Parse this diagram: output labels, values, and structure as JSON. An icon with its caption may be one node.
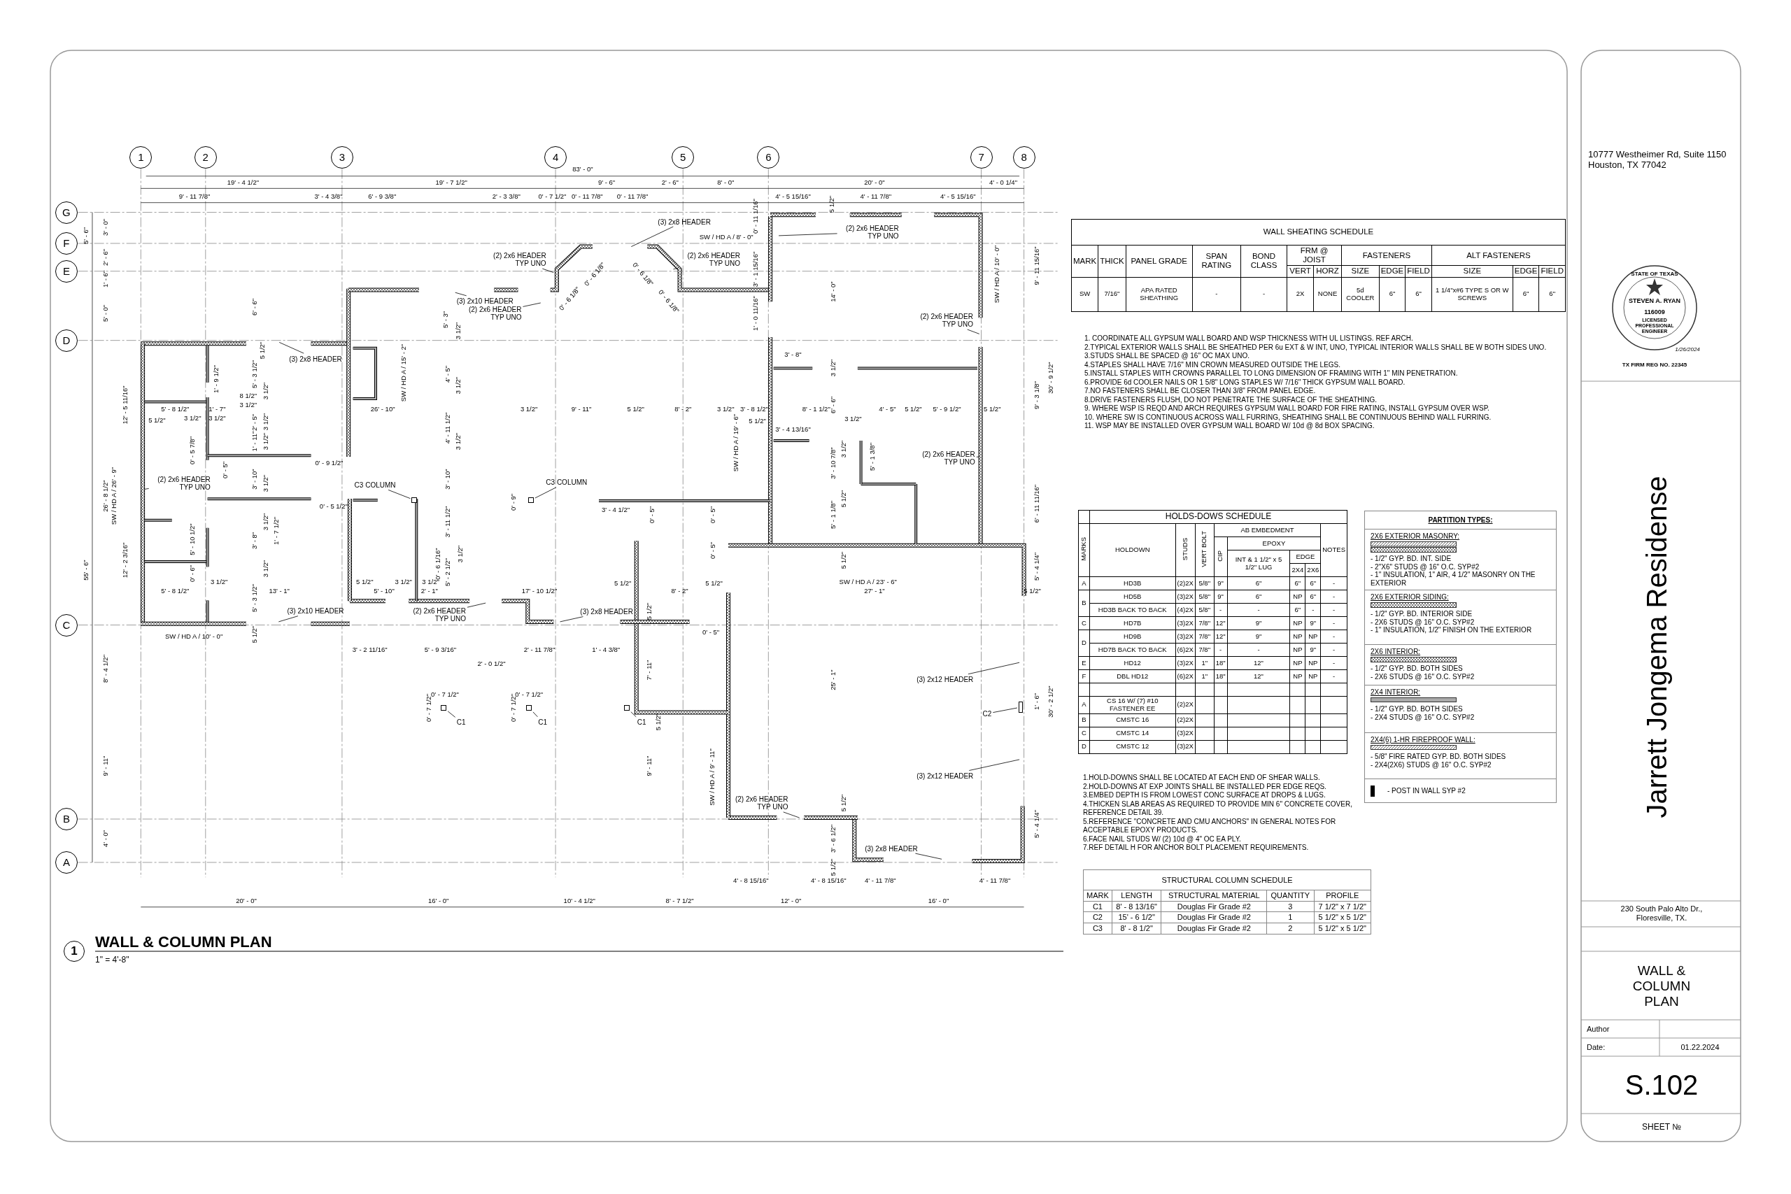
{
  "diagram": {
    "nodes": [
      {
        "text": [
          "1"
        ]
      },
      {
        "text": [
          "2"
        ]
      },
      {
        "text": [
          "3"
        ]
      },
      {
        "text": [
          "4"
        ]
      },
      {
        "text": [
          "5"
        ]
      },
      {
        "text": [
          "6"
        ]
      },
      {
        "text": [
          "7"
        ]
      },
      {
        "text": [
          "8"
        ]
      },
      {
        "text": [
          "G"
        ]
      },
      {
        "text": [
          "F"
        ]
      },
      {
        "text": [
          "E"
        ]
      },
      {
        "text": [
          "D"
        ]
      },
      {
        "text": [
          "C"
        ]
      },
      {
        "text": [
          "B"
        ]
      },
      {
        "text": [
          "A"
        ]
      },
      {
        "text": [
          "(3) 2x8 HEADER"
        ]
      },
      {
        "text": [
          "(2) 2x6 HEADER TYP UNO"
        ]
      },
      {
        "text": [
          "(2) 2x6 HEADER TYP UNO"
        ]
      },
      {
        "text": [
          "(2) 2x6 HEADER TYP UNO"
        ]
      },
      {
        "text": [
          "(3) 2x10 HEADER"
        ]
      },
      {
        "text": [
          "(2) 2x6 HEADER TYP UNO"
        ]
      },
      {
        "text": [
          "(2) 2x6 HEADER TYP UNO"
        ]
      },
      {
        "text": [
          "(3) 2x8 HEADER"
        ]
      },
      {
        "text": [
          "(2) 2x6 HEADER TYP UNO"
        ]
      },
      {
        "text": [
          "(2) 2x6 HEADER TYP UNO"
        ]
      },
      {
        "text": [
          "C3 COLUMN"
        ]
      },
      {
        "text": [
          "C3 COLUMN"
        ]
      },
      {
        "text": [
          "(3) 2x10 HEADER"
        ]
      },
      {
        "text": [
          "(2) 2x6 HEADER TYP UNO"
        ]
      },
      {
        "text": [
          "(3) 2x8 HEADER"
        ]
      },
      {
        "text": [
          "(3) 2x12 HEADER"
        ]
      },
      {
        "text": [
          "C1"
        ]
      },
      {
        "text": [
          "C1"
        ]
      },
      {
        "text": [
          "C2"
        ]
      },
      {
        "text": [
          "C1"
        ]
      },
      {
        "text": [
          "(3) 2x12 HEADER"
        ]
      },
      {
        "text": [
          "(2) 2x6 HEADER TYP UNO"
        ]
      },
      {
        "text": [
          "(3) 2x8 HEADER"
        ]
      },
      {
        "text": [
          "1"
        ]
      },
      {
        "text": [],
        "shape": "box"
      },
      {
        "text": [],
        "shape": "box"
      },
      {
        "text": [],
        "shape": "box"
      },
      {
        "text": [],
        "shape": "box"
      },
      {
        "text": [],
        "shape": "box"
      },
      {
        "text": [],
        "shape": "box"
      }
    ],
    "edges": [
      {
        "from": 15,
        "to": null,
        "arrow": "none"
      },
      {
        "from": 16,
        "to": null,
        "arrow": "none"
      },
      {
        "from": 17,
        "to": null,
        "arrow": "none"
      },
      {
        "from": 18,
        "to": null,
        "arrow": "none"
      },
      {
        "from": 19,
        "to": null,
        "arrow": "none"
      },
      {
        "from": 20,
        "to": null,
        "arrow": "none"
      },
      {
        "from": 21,
        "to": null,
        "arrow": "none"
      },
      {
        "from": 22,
        "to": null,
        "arrow": "none"
      },
      {
        "from": 23,
        "to": null,
        "arrow": "none"
      },
      {
        "from": 24,
        "to": null,
        "arrow": "none"
      },
      {
        "from": 25,
        "to": 39,
        "arrow": "none"
      },
      {
        "from": 26,
        "to": 40,
        "arrow": "none"
      },
      {
        "from": 27,
        "to": null,
        "arrow": "none"
      },
      {
        "from": 28,
        "to": null,
        "arrow": "none"
      },
      {
        "from": 29,
        "to": null,
        "arrow": "none"
      },
      {
        "from": 30,
        "to": null,
        "arrow": "none"
      },
      {
        "from": 31,
        "to": 41,
        "arrow": "none"
      },
      {
        "from": 32,
        "to": 42,
        "arrow": "none"
      },
      {
        "from": 33,
        "to": 44,
        "arrow": "none"
      },
      {
        "from": 34,
        "to": 43,
        "arrow": "none"
      },
      {
        "from": 35,
        "to": null,
        "arrow": "none"
      },
      {
        "from": 36,
        "to": null,
        "arrow": "none"
      },
      {
        "from": 37,
        "to": null,
        "arrow": "none"
      }
    ],
    "labels": [
      "83' - 0\"",
      "19' - 4 1/2\"",
      "19' - 7 1/2\"",
      "9' - 6\"",
      "2' - 6\"",
      "8' - 0\"",
      "20' - 0\"",
      "4' - 0 1/4\"",
      "9' - 11 7/8\"",
      "3' - 4 3/8\"",
      "6' - 9 3/8\"",
      "2' - 3 3/8\"",
      "0' - 7 1/2\"",
      "0' - 11 7/8\"",
      "0' - 11 7/8\"",
      "4' - 5 15/16\"",
      "4' - 11 7/8\"",
      "4' - 5 15/16\"",
      "5 1/2\"",
      "0' - 11 1/16\"",
      "3' - 0\"",
      "5' - 6\"",
      "SW / HD A / 8' - 0\"",
      "2' - 6\"",
      "1' - 6\"",
      "5' - 0\"",
      "6' - 6\"",
      "5' - 3\"",
      "3 1/2\"",
      "0' - 6 1/8\"",
      "0' - 6 1/8\"",
      "0' - 6 1/8\"",
      "0' - 6 1/8\"",
      "3' - 1 15/16\"",
      "1' - 0 11/16\"",
      "14' - 0\"",
      "SW / HD A / 10' - 0\"",
      "9' - 11 15/16\"",
      "12' - 5 11/16\"",
      "5' - 8 1/2\"",
      "1' - 9 1/2\"",
      "1' - 7\"",
      "8 1/2\"",
      "3 1/2\"",
      "5' - 3 1/2\"",
      "5 1/2\"",
      "3 1/2\"",
      "26' - 10\"",
      "SW / HD A / 15' - 2\"",
      "4' - 5\"",
      "3 1/2\"",
      "3 1/2\"",
      "9' - 11\"",
      "5 1/2\"",
      "8' - 2\"",
      "3 1/2\"",
      "3' - 8 1/2\"",
      "3' - 8\"",
      "8' - 1 1/2\"",
      "3 1/2\"",
      "6' - 6\"",
      "4' - 5\"",
      "5 1/2\"",
      "5' - 9 1/2\"",
      "5 1/2\"",
      "9' - 3 1/8\"",
      "30' - 9 1/2\"",
      "5 1/2\"",
      "3 1/2\"",
      "3 1/2\"",
      "2' - 5\"",
      "3 1/2\"",
      "5 1/2\"",
      "3 1/2\"",
      "4' - 11 1/2\"",
      "3' - 4 13/16\"",
      "1' - 11\"",
      "3 1/2\"",
      "3 1/2\"",
      "SW / HD A / 19' - 6\"",
      "0' - 5 7/8\"",
      "3 1/2\"",
      "5' - 1 3/8\"",
      "0' - 9 1/2\"",
      "3' - 10 7/8\"",
      "0' - 5\"",
      "3' - 10\"",
      "3 1/2\"",
      "3' - 10\"",
      "26' - 8 1/2\"",
      "SW / HD A / 26' - 9\"",
      "5' - 10 1/2\"",
      "3' - 8\"",
      "3 1/2\"",
      "1' - 7 1/2\"",
      "0' - 5 1/2\"",
      "3' - 11 1/2\"",
      "0' - 9\"",
      "3' - 4 1/2\"",
      "0' - 5\"",
      "0' - 5\"",
      "5' - 1 1/8\"",
      "5 1/2\"",
      "6' - 11 11/16\"",
      "3 1/2\"",
      "0' - 5\"",
      "12' - 2 3/16\"",
      "0' - 6 1/16\"",
      "5 1/2\"",
      "55' - 6\"",
      "0' - 6\"",
      "3 1/2\"",
      "5' - 2 1/2\"",
      "5' - 4 1/4\"",
      "3 1/2\"",
      "5 1/2\"",
      "3 1/2\"",
      "3 1/2\"",
      "5 1/2\"",
      "5 1/2\"",
      "SW / HD A / 23' - 6\"",
      "5' - 8 1/2\"",
      "13' - 1\"",
      "5' - 10\"",
      "2' - 1\"",
      "17' - 10 1/2\"",
      "8' - 2\"",
      "27' - 1\"",
      "5 1/2\"",
      "5' - 3 1/2\"",
      "5 1/2\"",
      "SW / HD A / 10' - 0\"",
      "5 1/2\"",
      "0' - 5\"",
      "3' - 2 11/16\"",
      "5' - 9 3/16\"",
      "2' - 11 7/8\"",
      "1' - 4 3/8\"",
      "2' - 0 1/2\"",
      "8' - 4 1/2\"",
      "7' - 11\"",
      "25' - 1\"",
      "0' - 7 1/2\"",
      "0' - 7 1/2\"",
      "0' - 7 1/2\"",
      "0' - 7 1/2\"",
      "1' - 6\"",
      "30' - 2 1/2\"",
      "5 1/2\"",
      "9' - 11\"",
      "9' - 11\"",
      "SW / HD A / 9' - 11\"",
      "5 1/2\"",
      "5' - 4 1/4\"",
      "4' - 0\"",
      "3' - 6 1/2\"",
      "5 1/2\"",
      "4' - 8 15/16\"",
      "4' - 8 15/16\"",
      "4' - 11 7/8\"",
      "4' - 11 7/8\"",
      "20' - 0\"",
      "16' - 0\"",
      "10' - 4 1/2\"",
      "8' - 7 1/2\"",
      "12' - 0\"",
      "16' - 0\"",
      "WALL & COLUMN PLAN",
      "1\" = 4'-8\"",
      "WALL SHEATING SCHEDULE",
      "MARK",
      "THICK",
      "PANEL GRADE",
      "SPAN RATING",
      "BOND CLASS",
      "FRM @ JOIST",
      "FASTENERS",
      "ALT FASTENERS",
      "VERT",
      "HORZ",
      "SIZE",
      "EDGE",
      "FIELD",
      "SIZE",
      "EDGE",
      "FIELD",
      "SW",
      "7/16\"",
      "APA RATED SHEATHING",
      "-",
      "-",
      "2X",
      "NONE",
      "5d COOLER",
      "6\"",
      "6\"",
      "1 1/4\"x#6 TYPE S OR W SCREWS",
      "6\"",
      "6\"",
      "1. COORDINATE ALL GYPSUM WALL BOARD AND WSP THICKNESS WITH UL LISTINGS. REF ARCH.",
      "2.TYPICAL EXTERIOR WALLS SHALL BE SHEATHED PER 6u EXT & W INT, UNO, TYPICAL INTERIOR WALLS SHALL BE W BOTH SIDES UNO.",
      "3.STUDS SHALL BE SPACED @ 16\" OC MAX UNO.",
      "4.STAPLES SHALL HAVE 7/16\" MIN CROWN MEASURED OUTSIDE THE LEGS.",
      "5.INSTALL STAPLES WITH CROWNS PARALLEL TO LONG DIMENSION OF FRAMING WITH 1\" MIN PENETRATION.",
      "6.PROVIDE 6d COOLER NAILS OR 1 5/8\" LONG STAPLES W/ 7/16\" THICK GYPSUM WALL BOARD.",
      "7.NO FASTENERS SHALL BE CLOSER THAN 3/8\" FROM PANEL EDGE.",
      "8.DRIVE FASTENERS FLUSH, DO NOT PENETRATE THE SURFACE OF THE SHEATHING.",
      "9. WHERE WSP IS REQD AND ARCH REQUIRES GYPSUM WALL BOARD FOR FIRE RATING, INSTALL GYPSUM OVER WSP.",
      "10. WHERE SW IS CONTINUOUS ACROSS WALL FURRING, SHEATHING SHALL BE CONTINUOUS BEHIND WALL FURRING.",
      "11. WSP MAY BE INSTALLED OVER GYPSUM WALL BOARD W/ 10d @ 8d BOX SPACING.",
      "HOLDS-DOWS SCHEDULE",
      "MARKS",
      "HOLDOWN",
      "STUDS",
      "VERT BOLT",
      "AB EMBEDMENT",
      "NOTES",
      "CIP",
      "EPOXY",
      "INT & 1 1/2\" x 5 1/2\" LUG",
      "EDGE",
      "2X4",
      "2X6",
      "A",
      "HD3B",
      "(2)2X",
      "5/8\"",
      "9\"",
      "6\"",
      "6\"",
      "6\"",
      "-",
      "B",
      "HD5B",
      "(3)2X",
      "5/8\"",
      "9\"",
      "6\"",
      "NP",
      "6\"",
      "-",
      "HD3B BACK TO BACK",
      "(4)2X",
      "5/8\"",
      "-",
      "-",
      "6\"",
      "-",
      "-",
      "C",
      "HD7B",
      "(3)2X",
      "7/8\"",
      "12\"",
      "9\"",
      "NP",
      "9\"",
      "-",
      "D",
      "HD9B",
      "(3)2X",
      "7/8\"",
      "12\"",
      "9\"",
      "NP",
      "NP",
      "-",
      "HD7B BACK TO BACK",
      "(6)2X",
      "7/8\"",
      "-",
      "-",
      "NP",
      "9\"",
      "-",
      "E",
      "HD12",
      "(3)2X",
      "1\"",
      "18\"",
      "12\"",
      "NP",
      "NP",
      "-",
      "F",
      "DBL HD12",
      "(6)2X",
      "1\"",
      "18\"",
      "12\"",
      "NP",
      "NP",
      "-",
      "A",
      "CS 16 W/ (7) #10 FASTENER  EE",
      "(2)2X",
      "B",
      "CMSTC 16",
      "(2)2X",
      "C",
      "CMSTC 14",
      "(3)2X",
      "D",
      "CMSTC 12",
      "(3)2X",
      "1.HOLD-DOWNS SHALL BE LOCATED AT EACH END OF SHEAR WALLS.",
      "2.HOLD-DOWNS AT EXP JOINTS SHALL BE INSTALLED PER EDGE REQS.",
      "3.EMBED DEPTH IS FROM LOWEST CONC SURFACE AT DROPS & LUGS.",
      "4.THICKEN SLAB AREAS AS REQUIRED TO PROVIDE MIN 6\" CONCRETE COVER, REFERENCE DETAIL 39.",
      "5.REFERENCE \"CONCRETE AND CMU ANCHORS\" IN GENERAL NOTES FOR ACCEPTABLE EPOXY PRODUCTS.",
      "6.FACE NAIL STUDS W/ (2) 10d @ 4\" OC EA PLY.",
      "7.REF DETAIL H FOR ANCHOR BOLT PLACEMENT REQUIREMENTS.",
      "PARTITION TYPES:",
      "2X6 EXTERIOR MASONRY:",
      "- 1/2\" GYP. BD. INT. SIDE",
      "- 2\"X6\" STUDS @ 16\" O.C. SYP#2",
      "- 1\" INSULATION, 1\" AIR, 4 1/2\" MASONRY ON THE EXTERIOR",
      "2X6 EXTERIOR SIDING:",
      "- 1/2\" GYP. BD. INTERIOR SIDE",
      "- 2X6 STUDS @ 16\" O.C. SYP#2",
      "- 1\" INSULATION, 1/2\" FINISH ON THE EXTERIOR",
      "2X6 INTERIOR:",
      "- 1/2\" GYP. BD. BOTH SIDES",
      "- 2X6 STUDS @ 16\" O.C. SYP#2",
      "2X4 INTERIOR:",
      "- 1/2\" GYP. BD. BOTH SIDES",
      "- 2X4 STUDS @ 16\" O.C. SYP#2",
      "2X4(6) 1-HR FIREPROOF WALL:",
      "- 5/8\" FIRE RATED GYP. BD. BOTH SIDES",
      "- 2X4(2X6) STUDS @ 16\" O.C. SYP#2",
      "- POST IN WALL SYP #2",
      "STRUCTURAL COLUMN SCHEDULE",
      "MARK",
      "LENGTH",
      "STRUCTURAL MATERIAL",
      "QUANTITY",
      "PROFILE",
      "C1",
      "8' - 8 13/16\"",
      "Douglas Fir Grade #2",
      "3",
      "7 1/2\" x 7 1/2\"",
      "C2",
      "15' - 6 1/2\"",
      "Douglas Fir Grade #2",
      "1",
      "5 1/2\" x 5 1/2\"",
      "C3",
      "8' - 8 1/2\"",
      "Douglas Fir Grade #2",
      "2",
      "5 1/2\" x 5 1/2\"",
      "10777 Westheimer Rd, Suite 1150 Houston, TX 77042",
      "STATE OF TEXAS",
      "STEVEN A. RYAN",
      "116009",
      "LICENSED PROFESSIONAL ENGINEER",
      "1/26/2024",
      "TX FIRM REG NO. 22345",
      "Jarrett Jongema Residense",
      "230 South Palo Alto Dr., Floresville, TX.",
      "WALL & COLUMN PLAN",
      "Author",
      "Date:",
      "01.22.2024",
      "S.102",
      "SHEET №"
    ]
  }
}
